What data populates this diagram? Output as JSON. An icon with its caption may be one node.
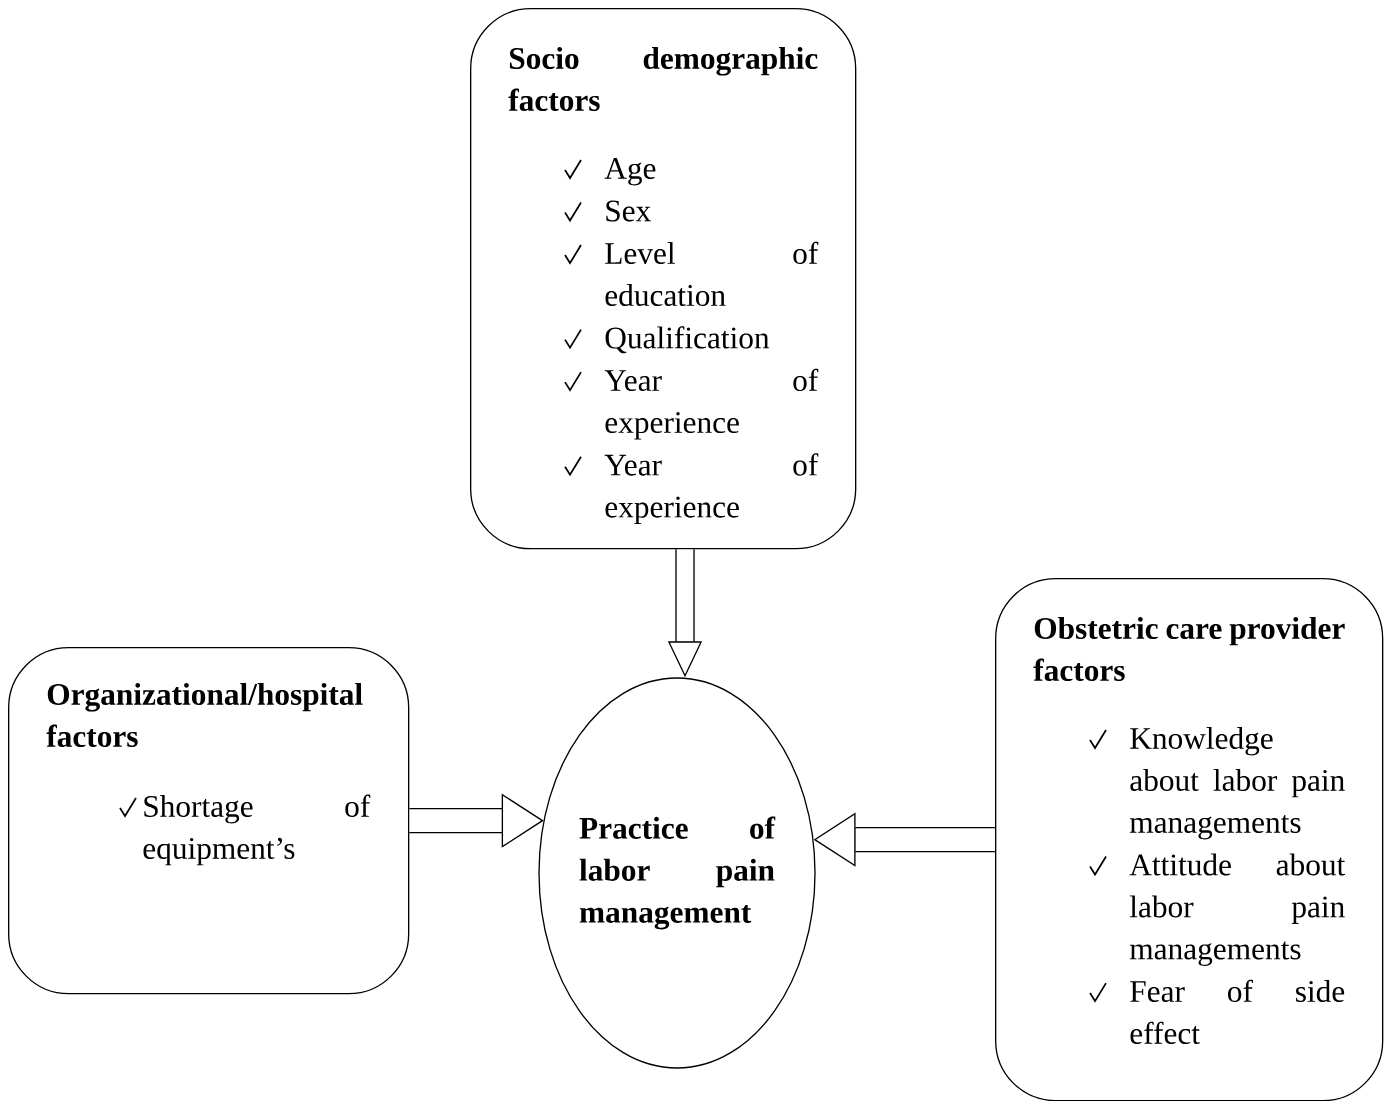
{
  "diagram": {
    "nodes": [
      {
        "text": [
          "Socio demographic factors",
          "Age",
          "Sex",
          "Level of education",
          "Qualification",
          "Year of experience",
          "Year of experience"
        ]
      },
      {
        "text": [
          "Organizational/hospital factors",
          "Shortage of equipment’s"
        ]
      },
      {
        "text": [
          "Practice of labor pain management"
        ]
      },
      {
        "text": [
          "Obstetric care provider factors",
          "Knowledge about labor pain managements",
          "Attitude about labor pain managements",
          "Fear of side effect"
        ]
      }
    ],
    "edges": [
      {
        "from": 0,
        "to": 2,
        "arrow": "to"
      },
      {
        "from": 1,
        "to": 2,
        "arrow": "to"
      },
      {
        "from": 3,
        "to": 2,
        "arrow": "to"
      }
    ]
  }
}
